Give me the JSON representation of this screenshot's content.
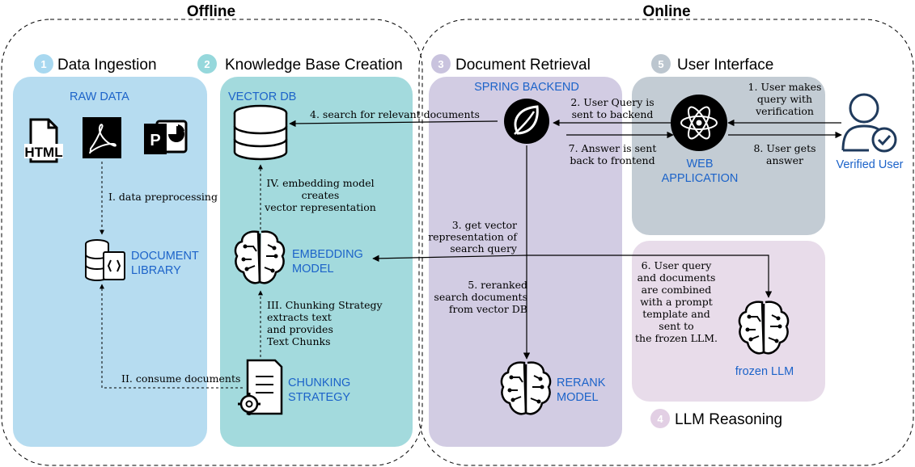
{
  "headers": {
    "offline": "Offline",
    "online": "Online"
  },
  "sections": [
    {
      "num": "1",
      "title": "Data Ingestion",
      "color": "#a8d8f0"
    },
    {
      "num": "2",
      "title": "Knowledge Base Creation",
      "color": "#96d8dc"
    },
    {
      "num": "3",
      "title": "Document Retrieval",
      "color": "#c9c3de"
    },
    {
      "num": "5",
      "title": "User Interface",
      "color": "#bcc6cf"
    },
    {
      "num": "4",
      "title": "LLM Reasoning",
      "color": "#e2cfe4"
    }
  ],
  "colors": {
    "ingestion": "#b6dcf0",
    "kb": "#a3dadd",
    "retrieval": "#d2cce3",
    "ui": "#c3ccd4",
    "llm": "#e8dcea",
    "label_blue": "#1c63c9"
  },
  "nodes": {
    "raw_data": "RAW DATA",
    "html_icon_text": "HTML",
    "document_library": [
      "DOCUMENT",
      "LIBRARY"
    ],
    "vector_db": "VECTOR DB",
    "embedding_model": [
      "EMBEDDING",
      "MODEL"
    ],
    "chunking_strategy": [
      "CHUNKING",
      "STRATEGY"
    ],
    "spring_backend": "SPRING BACKEND",
    "rerank_model": [
      "RERANK",
      "MODEL"
    ],
    "web_application": [
      "WEB",
      "APPLICATION"
    ],
    "verified_user": "Verified User",
    "frozen_llm": "frozen LLM"
  },
  "icons": [
    "html-file-icon",
    "pdf-icon",
    "powerpoint-icon",
    "database-icon",
    "neural-brain-icon",
    "spring-leaf-icon",
    "react-atom-icon",
    "user-check-icon",
    "document-gear-icon",
    "document-db-icon"
  ],
  "steps": {
    "s_i": [
      "I. data preprocessing"
    ],
    "s_ii": [
      "II. consume documents"
    ],
    "s_iii": [
      "III. Chunking Strategy",
      "extracts text",
      "and provides",
      "Text Chunks"
    ],
    "s_iv": [
      "IV. embedding model",
      "creates",
      "vector representation"
    ],
    "s1": [
      "1. User makes",
      "query with",
      "verification"
    ],
    "s2": [
      "2. User Query is",
      "sent to backend"
    ],
    "s3": [
      "3. get vector",
      "representation of",
      "search query"
    ],
    "s4": [
      "4. search for relevant documents"
    ],
    "s5": [
      "5. reranked",
      "search documents",
      "from vector DB"
    ],
    "s6": [
      "6. User query",
      "and documents",
      "are combined",
      "with a prompt",
      "template and",
      "sent to",
      "the frozen LLM."
    ],
    "s7": [
      "7. Answer is sent",
      "back to frontend"
    ],
    "s8": [
      "8. User gets",
      "answer"
    ]
  }
}
